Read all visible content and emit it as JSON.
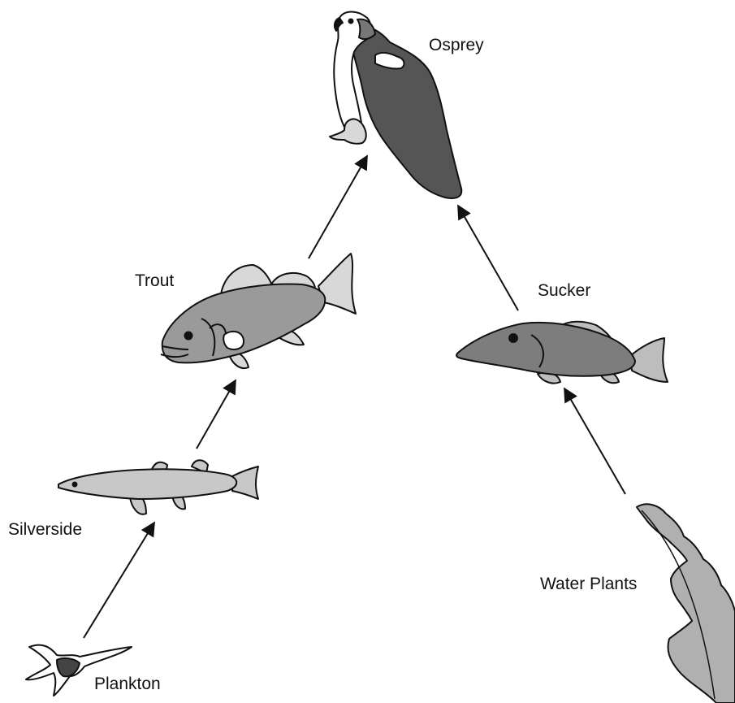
{
  "organisms": {
    "osprey": "Osprey",
    "trout": "Trout",
    "sucker": "Sucker",
    "silverside": "Silverside",
    "water_plants": "Water Plants",
    "plankton": "Plankton"
  },
  "links": [
    {
      "from": "Plankton",
      "to": "Silverside"
    },
    {
      "from": "Silverside",
      "to": "Trout"
    },
    {
      "from": "Trout",
      "to": "Osprey"
    },
    {
      "from": "Water Plants",
      "to": "Sucker"
    },
    {
      "from": "Sucker",
      "to": "Osprey"
    }
  ],
  "colors": {
    "osprey_body": "#555555",
    "trout_body": "#9a9a9a",
    "sucker_body": "#7d7d7d",
    "silverside_body": "#c8c8c8",
    "plant": "#b0b0b0",
    "plankton_core": "#444444",
    "fins_light": "#d8d8d8",
    "outline": "#111111"
  }
}
